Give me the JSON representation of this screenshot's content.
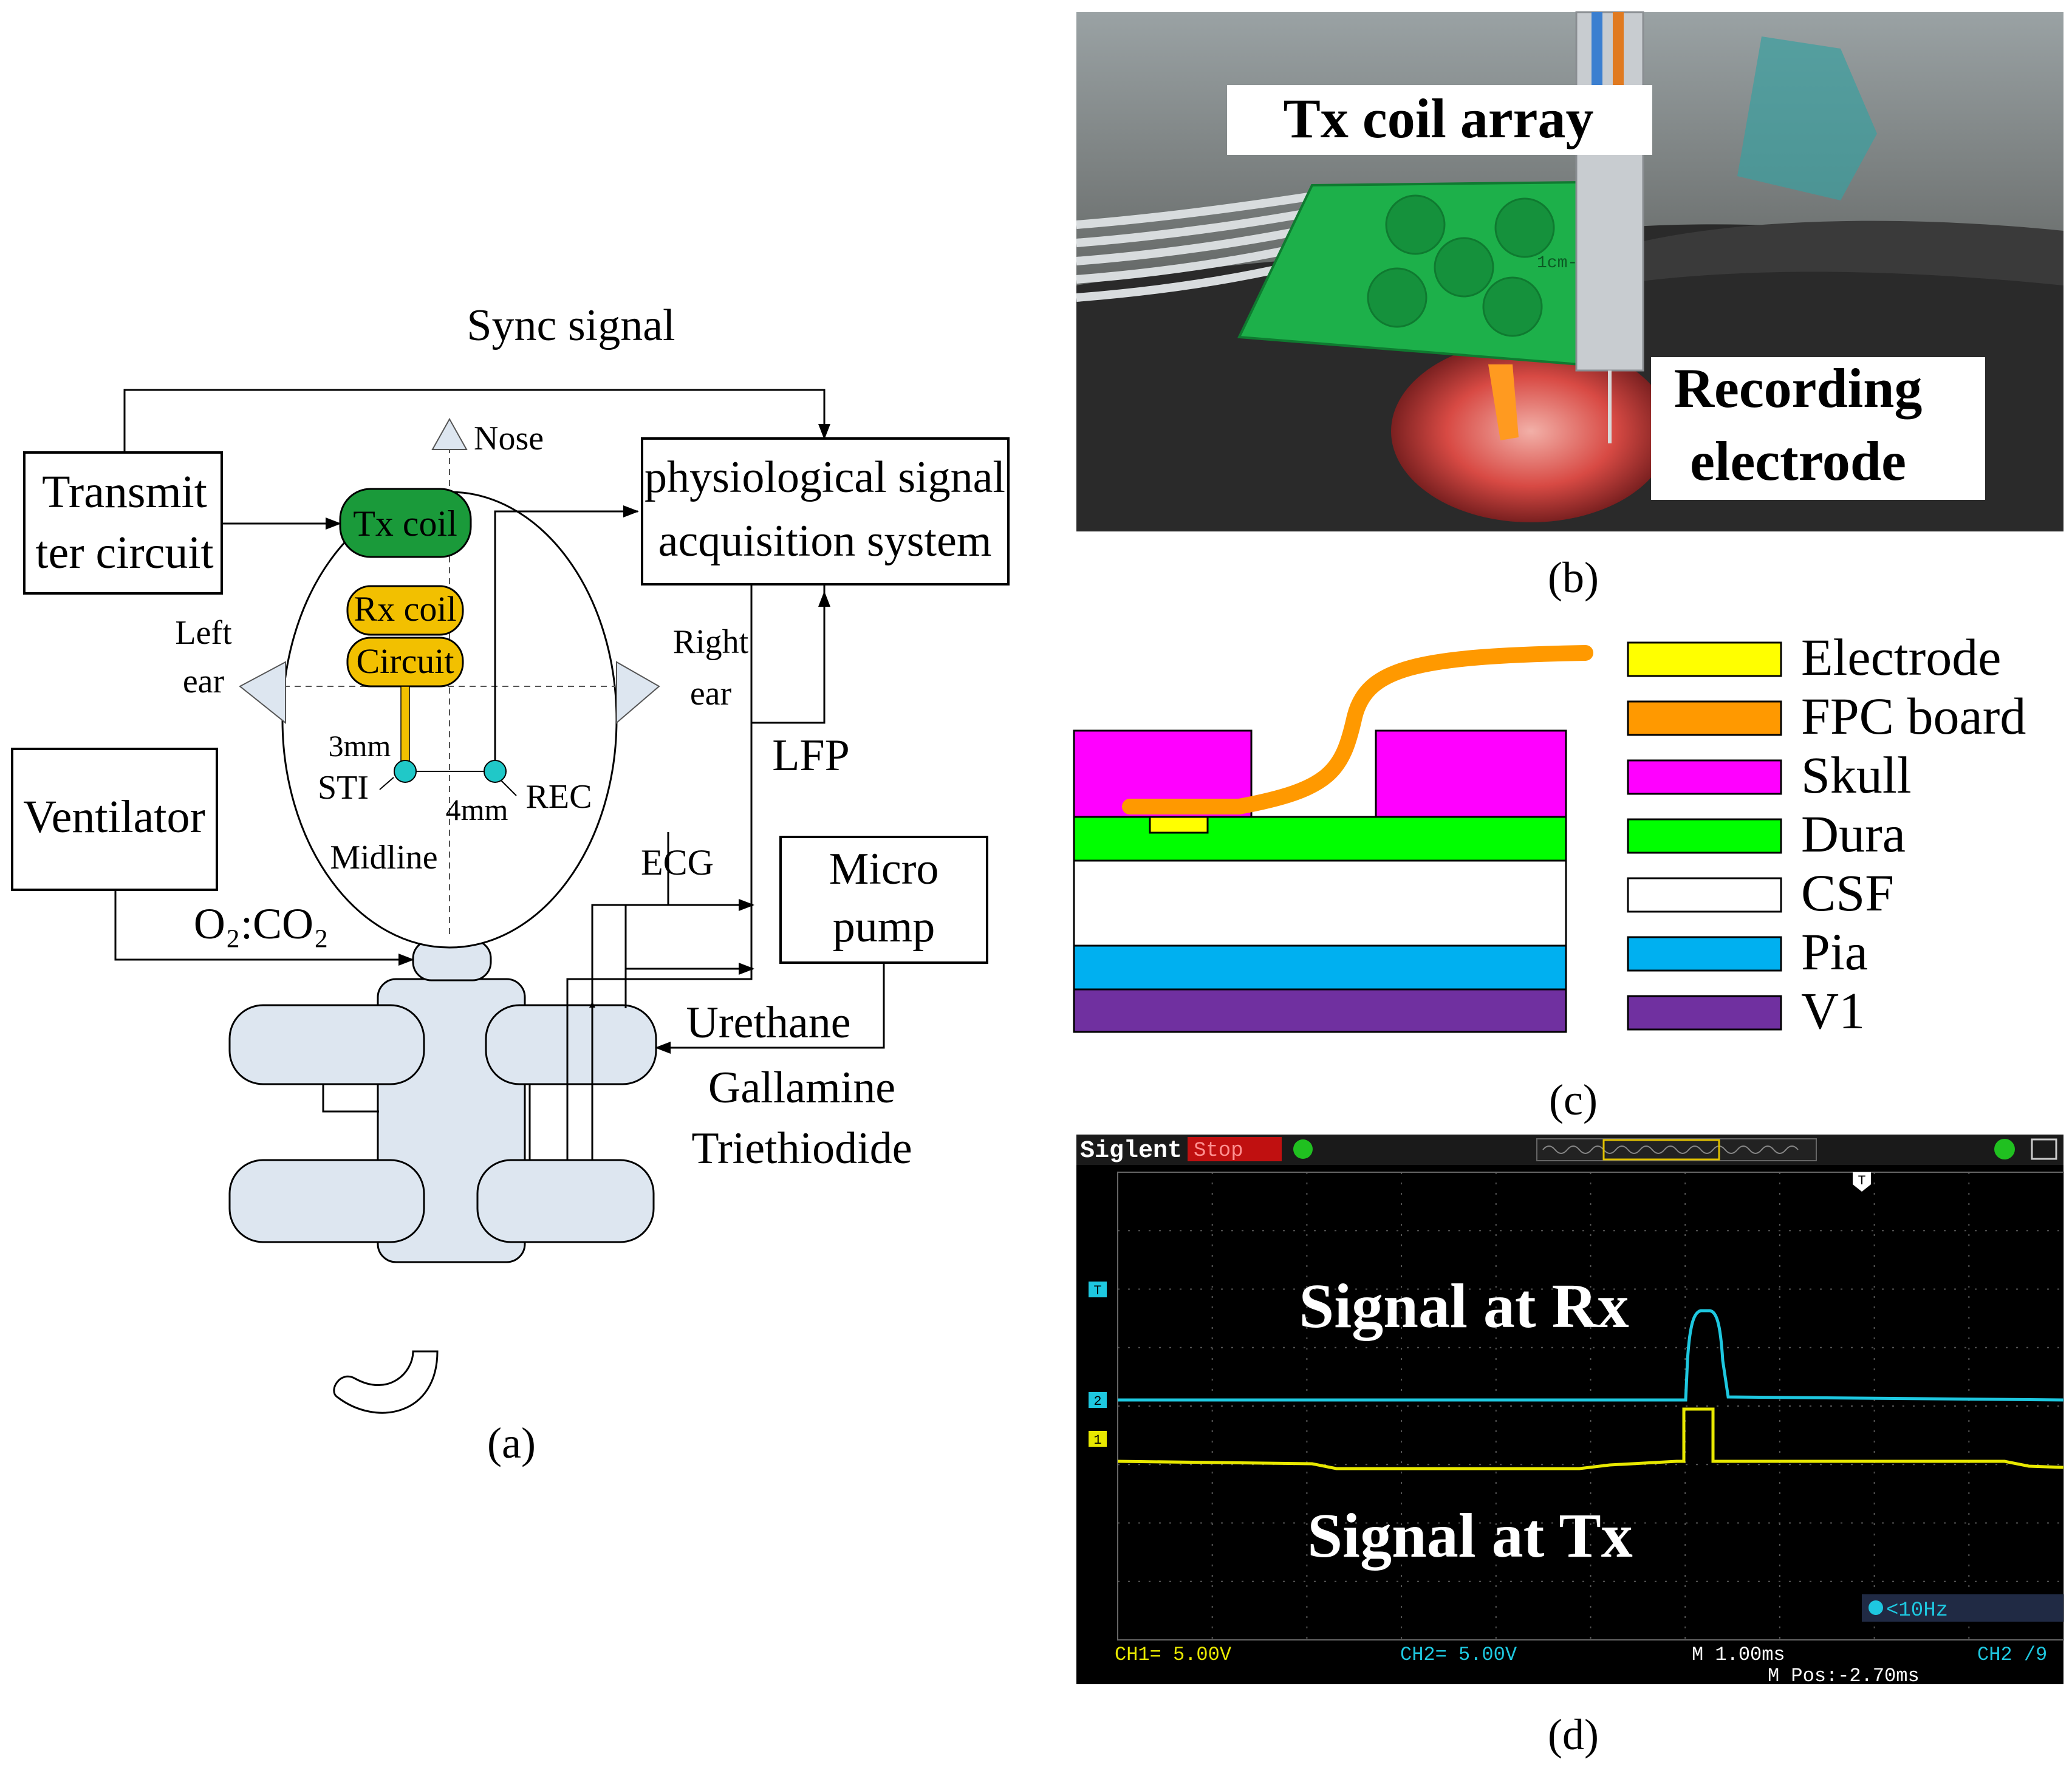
{
  "panel_a": {
    "sync_signal": "Sync signal",
    "nose": "Nose",
    "transmitter_line1": "Transmit",
    "transmitter_line2": "ter circuit",
    "physio_line1": "physiological signal",
    "physio_line2": "acquisition system",
    "tx_coil": "Tx coil",
    "rx_coil": "Rx coil",
    "circuit": "Circuit",
    "left_ear_line1": "Left",
    "left_ear_line2": "ear",
    "right_ear_line1": "Right",
    "right_ear_line2": "ear",
    "three_mm": "3mm",
    "sti": "STI",
    "four_mm": "4mm",
    "rec": "REC",
    "midline": "Midline",
    "lfp": "LFP",
    "ventilator": "Ventilator",
    "gas": "O₂:CO₂",
    "ecg": "ECG",
    "micro_line1": "Micro",
    "micro_line2": "pump",
    "urethane": "Urethane",
    "gallamine": "Gallamine",
    "triethiodide": "Triethiodide",
    "caption": "(a)"
  },
  "panel_b": {
    "tx_coil_array": "Tx coil array",
    "recording_line1": "Recording",
    "recording_line2": "electrode",
    "board_mark": "1cm-8",
    "caption": "(b)"
  },
  "panel_c": {
    "legend": [
      {
        "label": "Electrode",
        "color": "#ffff00"
      },
      {
        "label": "FPC board",
        "color": "#ff9900"
      },
      {
        "label": "Skull",
        "color": "#ff00ff"
      },
      {
        "label": "Dura",
        "color": "#00ff00"
      },
      {
        "label": "CSF",
        "color": "#ffffff"
      },
      {
        "label": "Pia",
        "color": "#00b0f0"
      },
      {
        "label": "V1",
        "color": "#7030a0"
      }
    ],
    "caption": "(c)"
  },
  "panel_d": {
    "brand": "Siglent",
    "status": "Stop",
    "signal_rx": "Signal at Rx",
    "signal_tx": "Signal at Tx",
    "trigger_marker": "T",
    "ch2_marker": "2",
    "ch1_marker": "1",
    "trigger_freq": "<10Hz",
    "ch1_scale": "CH1= 5.00V",
    "ch2_scale": "CH2= 5.00V",
    "timebase": "M 1.00ms",
    "mpos": "M Pos:-2.70ms",
    "ch2_trigger": "CH2 /9",
    "caption": "(d)",
    "colors": {
      "ch1": "#e8e800",
      "ch2": "#1ec8e0",
      "background": "#000000",
      "grid": "#555555"
    }
  }
}
